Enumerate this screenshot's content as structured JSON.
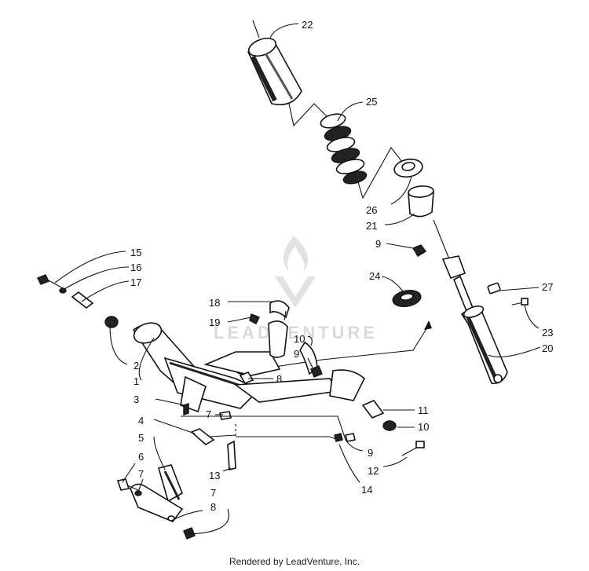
{
  "watermark": {
    "brand": "LEADVENTURE"
  },
  "footer": {
    "text": "Rendered by LeadVenture, Inc."
  },
  "callouts": [
    "22",
    "25",
    "26",
    "21",
    "9",
    "24",
    "27",
    "23",
    "20",
    "15",
    "16",
    "17",
    "2",
    "1",
    "3",
    "18",
    "19",
    "10",
    "9",
    "8",
    "7",
    "4",
    "5",
    "6",
    "7",
    "13",
    "7",
    "8",
    "14",
    "9",
    "12",
    "11",
    "10"
  ]
}
